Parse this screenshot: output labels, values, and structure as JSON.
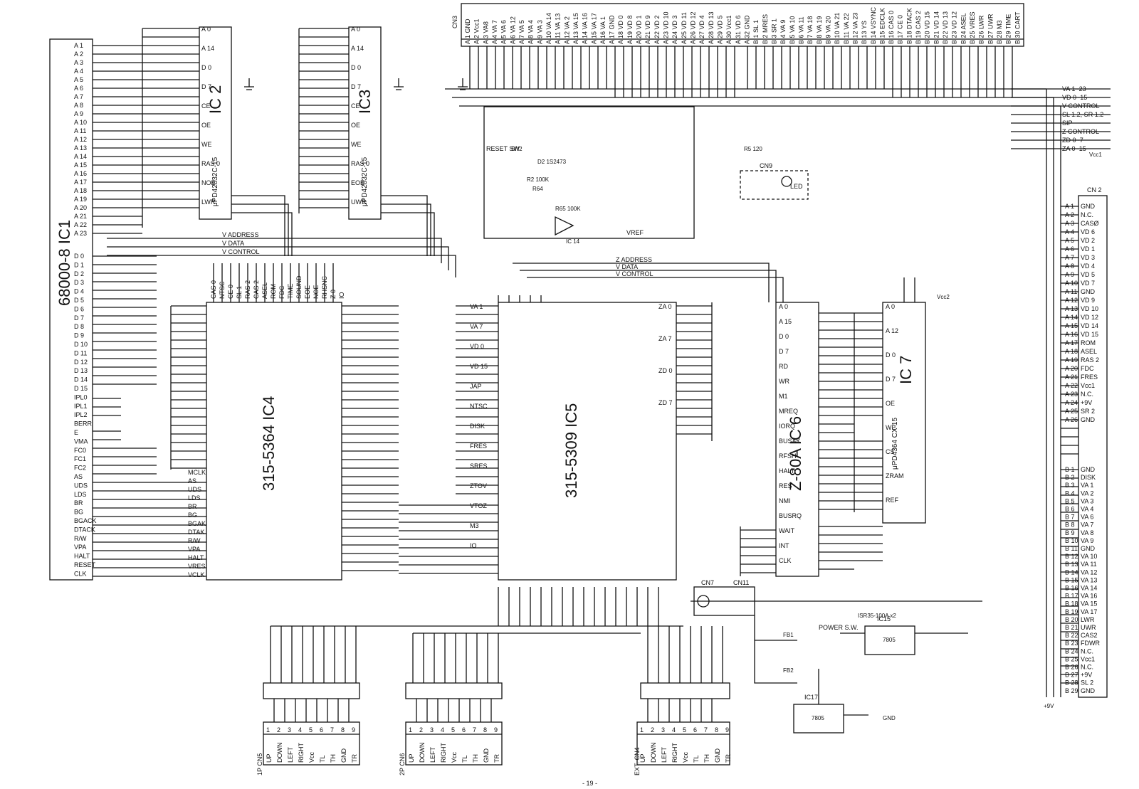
{
  "page_number": "- 19 -",
  "chips": {
    "ic1": {
      "label": "68000-8 IC1"
    },
    "ic2": {
      "label": "IC 2",
      "part": "μPD42832C-15"
    },
    "ic3": {
      "label": "IC3",
      "part": "μPD42832C-15"
    },
    "ic4": {
      "label": "315-5364 IC4"
    },
    "ic5": {
      "label": "315-5309 IC5"
    },
    "ic6": {
      "label": "Z-80A IC 6"
    },
    "ic7": {
      "label": "IC 7",
      "part": "μPD4364 CX-15"
    },
    "ic14": {
      "label": "IC 14"
    },
    "ic15": {
      "label": "IC15",
      "part": "7805"
    },
    "ic17": {
      "label": "IC17",
      "part": "7805"
    }
  },
  "connectors": {
    "cn2": {
      "label": "CN 2",
      "a_pins": [
        "GND",
        "N.C.",
        "CASØ",
        "VD 6",
        "VD 2",
        "VD 1",
        "VD 3",
        "VD 4",
        "VD 5",
        "VD 7",
        "GND",
        "VD 9",
        "VD 10",
        "VD 12",
        "VD 14",
        "VD 15",
        "ROM",
        "ASEL",
        "RAS 2",
        "FDC",
        "FRES",
        "Vcc1",
        "N.C.",
        "+9V",
        "SR 2",
        "GND"
      ],
      "b_pins": [
        "GND",
        "DISK",
        "VA 1",
        "VA 2",
        "VA 3",
        "VA 4",
        "VA 6",
        "VA 7",
        "VA 8",
        "VA 9",
        "GND",
        "VA 10",
        "VA 11",
        "VA 12",
        "VA 13",
        "VA 14",
        "VA 16",
        "VA 15",
        "VA 17",
        "LWR",
        "UWR",
        "CAS2",
        "FDWR",
        "N.C.",
        "Vcc1",
        "N.C.",
        "+9V",
        "SL 2",
        "GND"
      ]
    },
    "cn3": {
      "label": "CN3",
      "pins": [
        "A 1 GND",
        "A 2 Vcc1",
        "A 3 VA8",
        "A 4 VA 7",
        "A 5 VA 6",
        "A 6 VA 12",
        "A 7 VA 5",
        "A 8 VA 4",
        "A 9 VA 3",
        "A 10 VA 14",
        "A 11 VA 13",
        "A 12 VA 2",
        "A 13 VA 15",
        "A 14 VA 16",
        "A 15 VA 17",
        "A 16 VA 1",
        "A 17 GND",
        "A 18 VD 0",
        "A 19 VD 8",
        "A 20 VD 1",
        "A 21 VD 9",
        "A 22 VD 2",
        "A 23 VD 10",
        "A 24 VD 3",
        "A 25 VD 11",
        "A 26 VD 12",
        "A 27 VD 4",
        "A 28 VD 13",
        "A 29 VD 5",
        "A 30 Vcc1",
        "A 31 VD 6",
        "A 32 GND",
        "B 1 SL 1",
        "B 2 MRES",
        "B 3 SR 1",
        "B 4 VA 9",
        "B 5 VA 10",
        "B 6 VA 11",
        "B 7 VA 18",
        "B 8 VA 19",
        "B 9 VA 20",
        "B 10 VA 21",
        "B 11 VA 22",
        "B 12 VA 23",
        "B 13 YS",
        "B 14 VSYNC",
        "B 15 EDCLK",
        "B 16 CAS 0",
        "B 17 CE 0",
        "B 18 DTACK",
        "B 19 CAS 2",
        "B 20 VD 15",
        "B 21 VD 14",
        "B 22 VD 13",
        "B 23 VD 12",
        "B 24 ASEL",
        "B 25 VRES",
        "B 26 LWR",
        "B 27 UWR",
        "B 28 M3",
        "B 29 TIME",
        "B 30 CART"
      ]
    },
    "cn4": {
      "label": "EXT. CN4",
      "pins": [
        "UP",
        "DOWN",
        "LEFT",
        "RIGHT",
        "Vcc",
        "TL",
        "TH",
        "GND",
        "TR"
      ]
    },
    "cn5": {
      "label": "1P CN5",
      "pins": [
        "UP",
        "DOWN",
        "LEFT",
        "RIGHT",
        "Vcc",
        "TL",
        "TH",
        "GND",
        "TR"
      ]
    },
    "cn6": {
      "label": "2P CN6",
      "pins": [
        "UP",
        "DOWN",
        "LEFT",
        "RIGHT",
        "Vcc",
        "TL",
        "TH",
        "GND",
        "TR"
      ]
    },
    "cn7": {
      "label": "CN7"
    },
    "cn9": {
      "label": "CN9"
    },
    "cn11": {
      "label": "CN11"
    }
  },
  "buses": [
    "VA 1~23",
    "VD 0~15",
    "V CONTROL",
    "SL 1.2, SR 1.2",
    "SIP",
    "Z CONTROL",
    "ZD 0~7",
    "ZA 0~15"
  ],
  "bus_lines": [
    "V ADDRESS",
    "V DATA",
    "V CONTROL",
    "Z ADDRESS",
    "V DATA",
    "V CONTROL"
  ],
  "components": {
    "reset": "RESET SW",
    "sn2": "SN2",
    "power_switch": "POWER S.W.",
    "led": "LED",
    "d1": "ISR35-100A x2",
    "vref": "VREF",
    "r2": "R2 100K",
    "r64": "R64",
    "r65": "R65 100K",
    "d2": "D2 1S2473",
    "fb1": "FB1",
    "fb2": "FB2",
    "r5": "R5 120"
  },
  "ic1_pins": [
    "A 1",
    "A 2",
    "A 3",
    "A 4",
    "A 5",
    "A 6",
    "A 7",
    "A 8",
    "A 9",
    "A 10",
    "A 11",
    "A 12",
    "A 13",
    "A 14",
    "A 15",
    "A 16",
    "A 17",
    "A 18",
    "A 19",
    "A 20",
    "A 21",
    "A 22",
    "A 23",
    "D 0",
    "D 1",
    "D 2",
    "D 3",
    "D 4",
    "D 5",
    "D 6",
    "D 7",
    "D 8",
    "D 9",
    "D 10",
    "D 11",
    "D 12",
    "D 13",
    "D 14",
    "D 15",
    "IPL0",
    "IPL1",
    "IPL2",
    "BERR",
    "E",
    "VMA",
    "FC0",
    "FC1",
    "FC2",
    "AS",
    "UDS",
    "LDS",
    "BR",
    "BG",
    "BGACK",
    "DTACK",
    "R/W",
    "VPA",
    "HALT",
    "RESET",
    "CLK"
  ],
  "ic4_pins": [
    "CAS 0",
    "NTSC",
    "CE 0",
    "SL 1",
    "RAS 2",
    "CAS 2",
    "ASEL",
    "ROM",
    "FDC",
    "TIME",
    "SOUND",
    "EOE",
    "NOE",
    "RHSNC",
    "Z 0",
    "IO",
    "MCLK",
    "AS",
    "UDS",
    "LDS",
    "BR",
    "BG",
    "BGAK",
    "DTAK",
    "R/W",
    "VPA",
    "HALT",
    "VRES",
    "VCLK"
  ],
  "ic5_pins": [
    "VA 1",
    "VA 7",
    "VD 0",
    "VD 15",
    "JAP",
    "NTSC",
    "DISK",
    "FRES",
    "SRES",
    "ZTOV",
    "VTOZ",
    "M3",
    "IO",
    "ZA 0",
    "ZA 7",
    "ZD 0",
    "ZD 7"
  ],
  "ic6_pins": [
    "A 0",
    "A 15",
    "D 0",
    "D 7",
    "RD",
    "WR",
    "M1",
    "MREQ",
    "IORQ",
    "BUSAK",
    "RFSH",
    "HALT",
    "RES",
    "NMI",
    "BUSRQ",
    "WAIT",
    "INT",
    "CLK"
  ],
  "ic7_pins": [
    "A 0",
    "A 12",
    "D 0",
    "D 7",
    "OE",
    "WE",
    "CS",
    "ZRAM",
    "REF"
  ],
  "ic2_pins": [
    "A 0",
    "A 14",
    "D 0",
    "D 7",
    "CE",
    "OE",
    "WE",
    "RAS 0",
    "NOE",
    "LWR"
  ],
  "ic3_pins": [
    "A 0",
    "A 14",
    "D 0",
    "D 7",
    "CE",
    "OE",
    "WE",
    "RAS 0",
    "EOE",
    "UWR"
  ],
  "power": [
    "Vcc1",
    "Vcc2",
    "+9V",
    "GND"
  ]
}
